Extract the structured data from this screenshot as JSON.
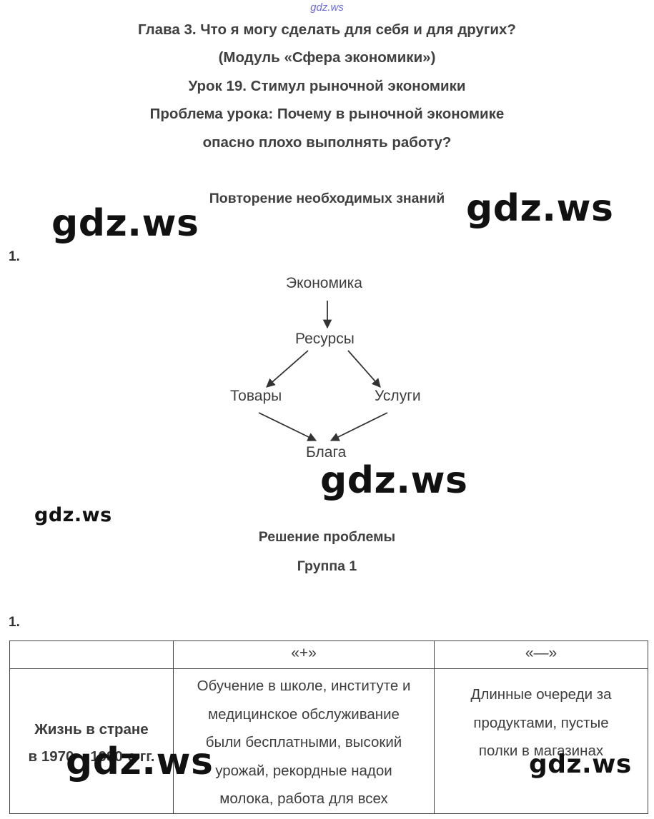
{
  "watermarks": {
    "top": "gdz.ws",
    "w1": "gdz.ws",
    "w2": "gdz.ws",
    "w3": "gdz.ws",
    "w4": "gdz.ws",
    "w5": "gdz.ws",
    "w6": "gdz.ws"
  },
  "header": {
    "chapter": "Глава 3. Что я могу сделать для себя и для других?",
    "module": "(Модуль «Сфера экономики»)",
    "lesson": "Урок 19. Стимул рыночной экономики",
    "problem_line1": "Проблема урока: Почему в рыночной экономике",
    "problem_line2": "опасно плохо выполнять работу?"
  },
  "review": {
    "title": "Повторение необходимых знаний",
    "number": "1."
  },
  "diagram": {
    "economy": "Экономика",
    "resources": "Ресурсы",
    "goods": "Товары",
    "services": "Услуги",
    "benefits": "Блага"
  },
  "solution": {
    "title": "Решение проблемы",
    "group": "Группа 1",
    "number": "1."
  },
  "table": {
    "col_plus": "«+»",
    "col_minus": "«—»",
    "row_label": [
      "Жизнь в стране",
      "в 1970 – 1980-е гг."
    ],
    "plus_lines": [
      "Обучение в школе, институте и",
      "медицинское обслуживание",
      "были бесплатными, высокий",
      "урожай, рекордные надои",
      "молока, работа для всех"
    ],
    "minus_lines": [
      "Длинные очереди за",
      "продуктами, пустые",
      "полки в магазинах"
    ]
  }
}
